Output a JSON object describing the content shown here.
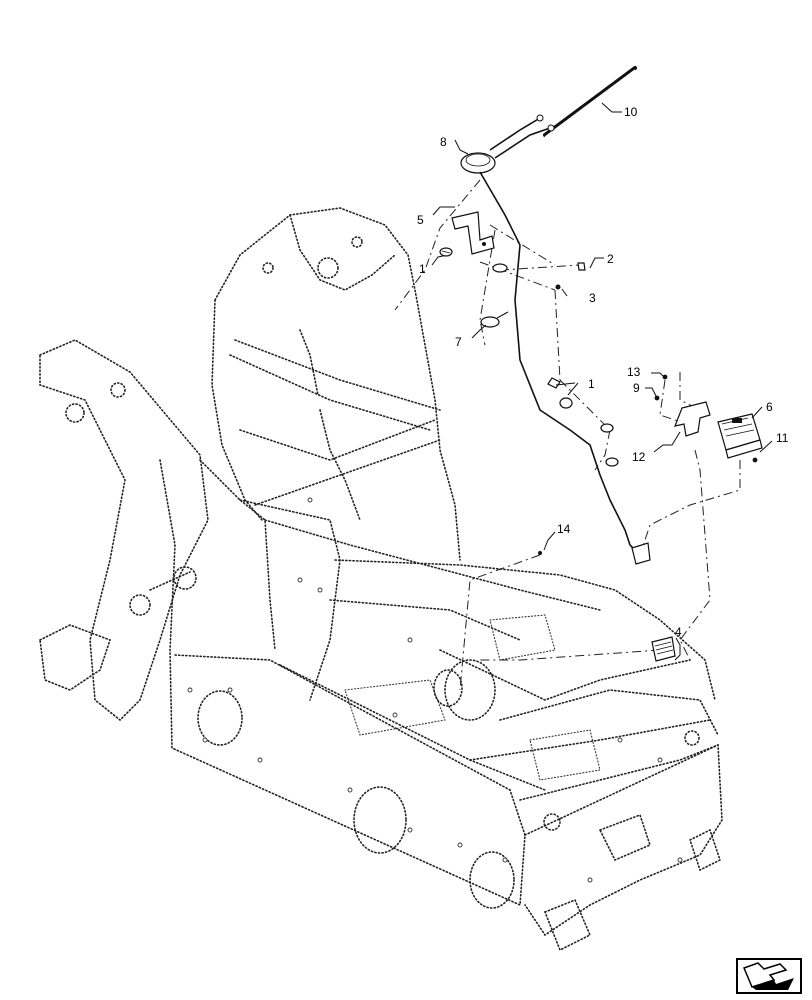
{
  "callouts": {
    "c1a": "1",
    "c1b": "1",
    "c2": "2",
    "c3": "3",
    "c4": "4",
    "c5": "5",
    "c6": "6",
    "c7": "7",
    "c8": "8",
    "c9": "9",
    "c10": "10",
    "c11": "11",
    "c12": "12",
    "c13": "13",
    "c14": "14"
  },
  "nav_icon": "next-page-arrow-icon"
}
